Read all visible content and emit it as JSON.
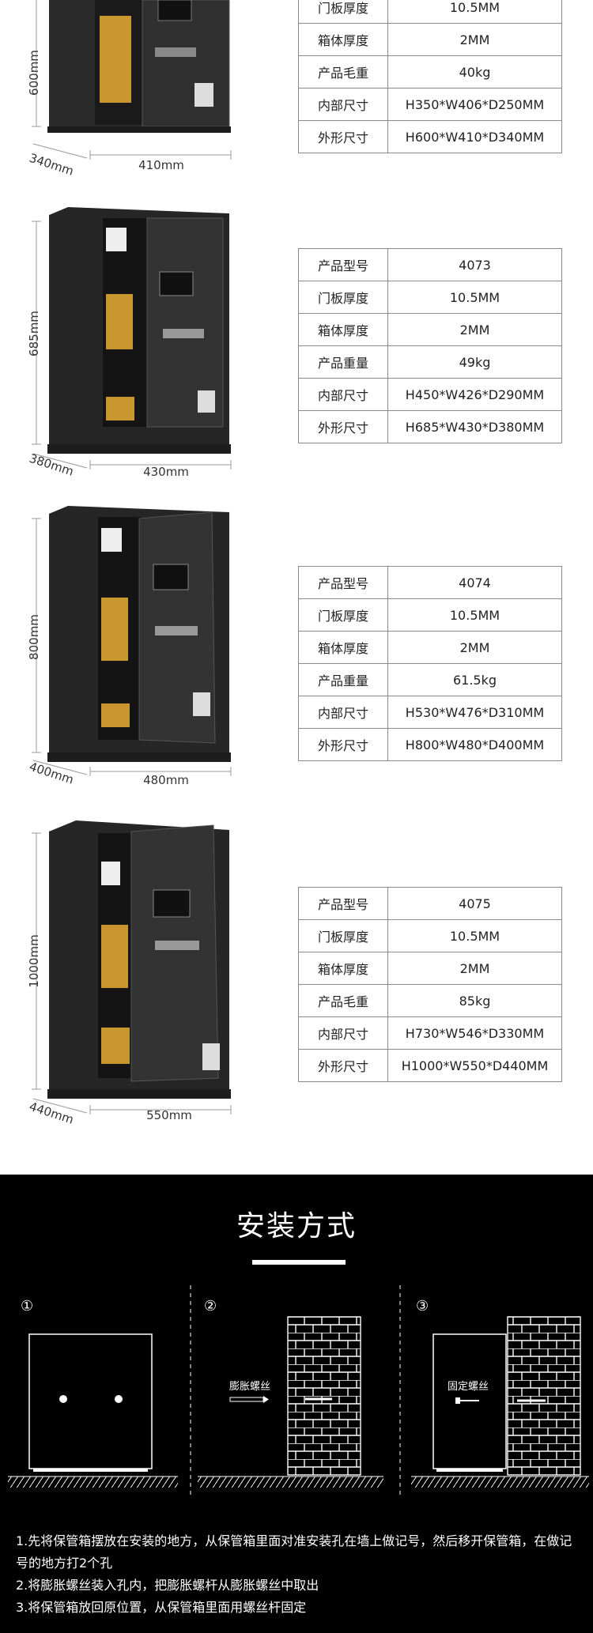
{
  "models": [
    {
      "dims": {
        "height": "600mm",
        "depth": "340mm",
        "width": "410mm"
      },
      "specs": [
        {
          "label": "门板厚度",
          "value": "10.5MM"
        },
        {
          "label": "箱体厚度",
          "value": "2MM"
        },
        {
          "label": "产品毛重",
          "value": "40kg"
        },
        {
          "label": "内部尺寸",
          "value": "H350*W406*D250MM"
        },
        {
          "label": "外形尺寸",
          "value": "H600*W410*D340MM"
        }
      ]
    },
    {
      "dims": {
        "height": "685mm",
        "depth": "380mm",
        "width": "430mm"
      },
      "specs": [
        {
          "label": "产品型号",
          "value": "4073"
        },
        {
          "label": "门板厚度",
          "value": "10.5MM"
        },
        {
          "label": "箱体厚度",
          "value": "2MM"
        },
        {
          "label": "产品重量",
          "value": "49kg"
        },
        {
          "label": "内部尺寸",
          "value": "H450*W426*D290MM"
        },
        {
          "label": "外形尺寸",
          "value": "H685*W430*D380MM"
        }
      ]
    },
    {
      "dims": {
        "height": "800mm",
        "depth": "400mm",
        "width": "480mm"
      },
      "specs": [
        {
          "label": "产品型号",
          "value": "4074"
        },
        {
          "label": "门板厚度",
          "value": "10.5MM"
        },
        {
          "label": "箱体厚度",
          "value": "2MM"
        },
        {
          "label": "产品重量",
          "value": "61.5kg"
        },
        {
          "label": "内部尺寸",
          "value": "H530*W476*D310MM"
        },
        {
          "label": "外形尺寸",
          "value": "H800*W480*D400MM"
        }
      ]
    },
    {
      "dims": {
        "height": "1000mm",
        "depth": "440mm",
        "width": "550mm"
      },
      "specs": [
        {
          "label": "产品型号",
          "value": "4075"
        },
        {
          "label": "门板厚度",
          "value": "10.5MM"
        },
        {
          "label": "箱体厚度",
          "value": "2MM"
        },
        {
          "label": "产品毛重",
          "value": "85kg"
        },
        {
          "label": "内部尺寸",
          "value": "H730*W546*D330MM"
        },
        {
          "label": "外形尺寸",
          "value": "H1000*W550*D440MM"
        }
      ]
    }
  ],
  "install": {
    "title": "安装方式",
    "step_marks": [
      "①",
      "②",
      "③"
    ],
    "label_expansion_bolt": "膨胀螺丝",
    "label_fixing_bolt": "固定螺丝",
    "steps": [
      "1.先将保管箱摆放在安装的地方，从保管箱里面对准安装孔在墙上做记号，然后移开保管箱，在做记号的地方打2个孔",
      "2.将膨胀螺丝装入孔内，把膨胀螺杆从膨胀螺丝中取出",
      "3.将保管箱放回原位置，从保管箱里面用螺丝杆固定"
    ]
  },
  "colors": {
    "safe_body": "#2b2b2b",
    "install_bg": "#000000",
    "table_border": "#8a8a8a"
  }
}
